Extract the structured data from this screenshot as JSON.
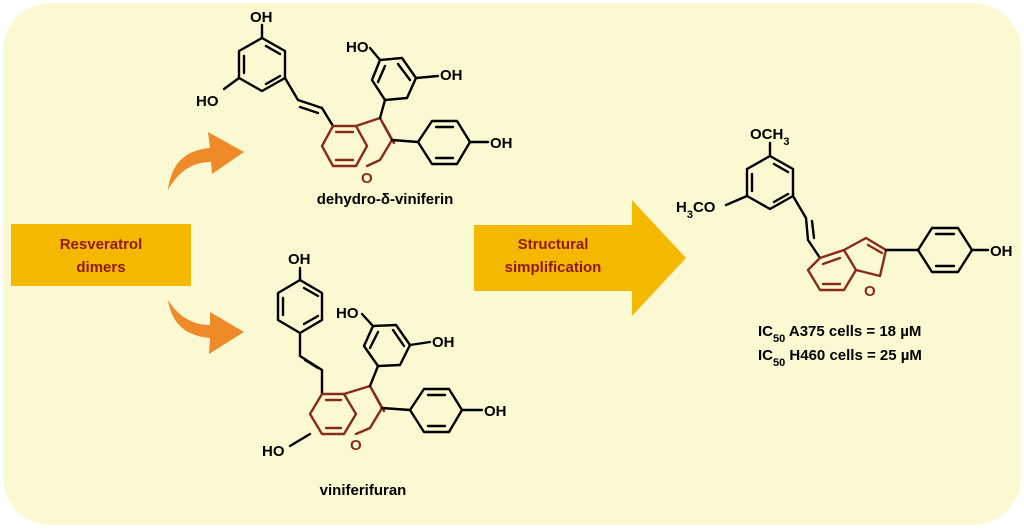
{
  "colors": {
    "background_panel": "#fbf9d2",
    "box_fill": "#f5b800",
    "box_text": "#8b1a10",
    "arrow_orange": "#ee8a2a",
    "core_ring": "#8a2a1a"
  },
  "left_box": {
    "line1": "Resveratrol",
    "line2": "dimers"
  },
  "middle_arrow": {
    "line1": "Structural",
    "line2": "simplification"
  },
  "compounds": {
    "top": {
      "name": "dehydro-δ-viniferin"
    },
    "bottom": {
      "name": "viniferifuran"
    }
  },
  "substituents": {
    "oh": "OH",
    "ho": "HO",
    "o": "O",
    "och3_prefix": "OCH",
    "och3_sub": "3",
    "h3co_prefix": "H",
    "h3co_sub": "3",
    "h3co_suffix": "CO"
  },
  "ic50": [
    {
      "label": "IC",
      "sub": "50",
      "rest": " A375 cells = 18 µM"
    },
    {
      "label": "IC",
      "sub": "50",
      "rest": " H460 cells = 25 µM"
    }
  ]
}
